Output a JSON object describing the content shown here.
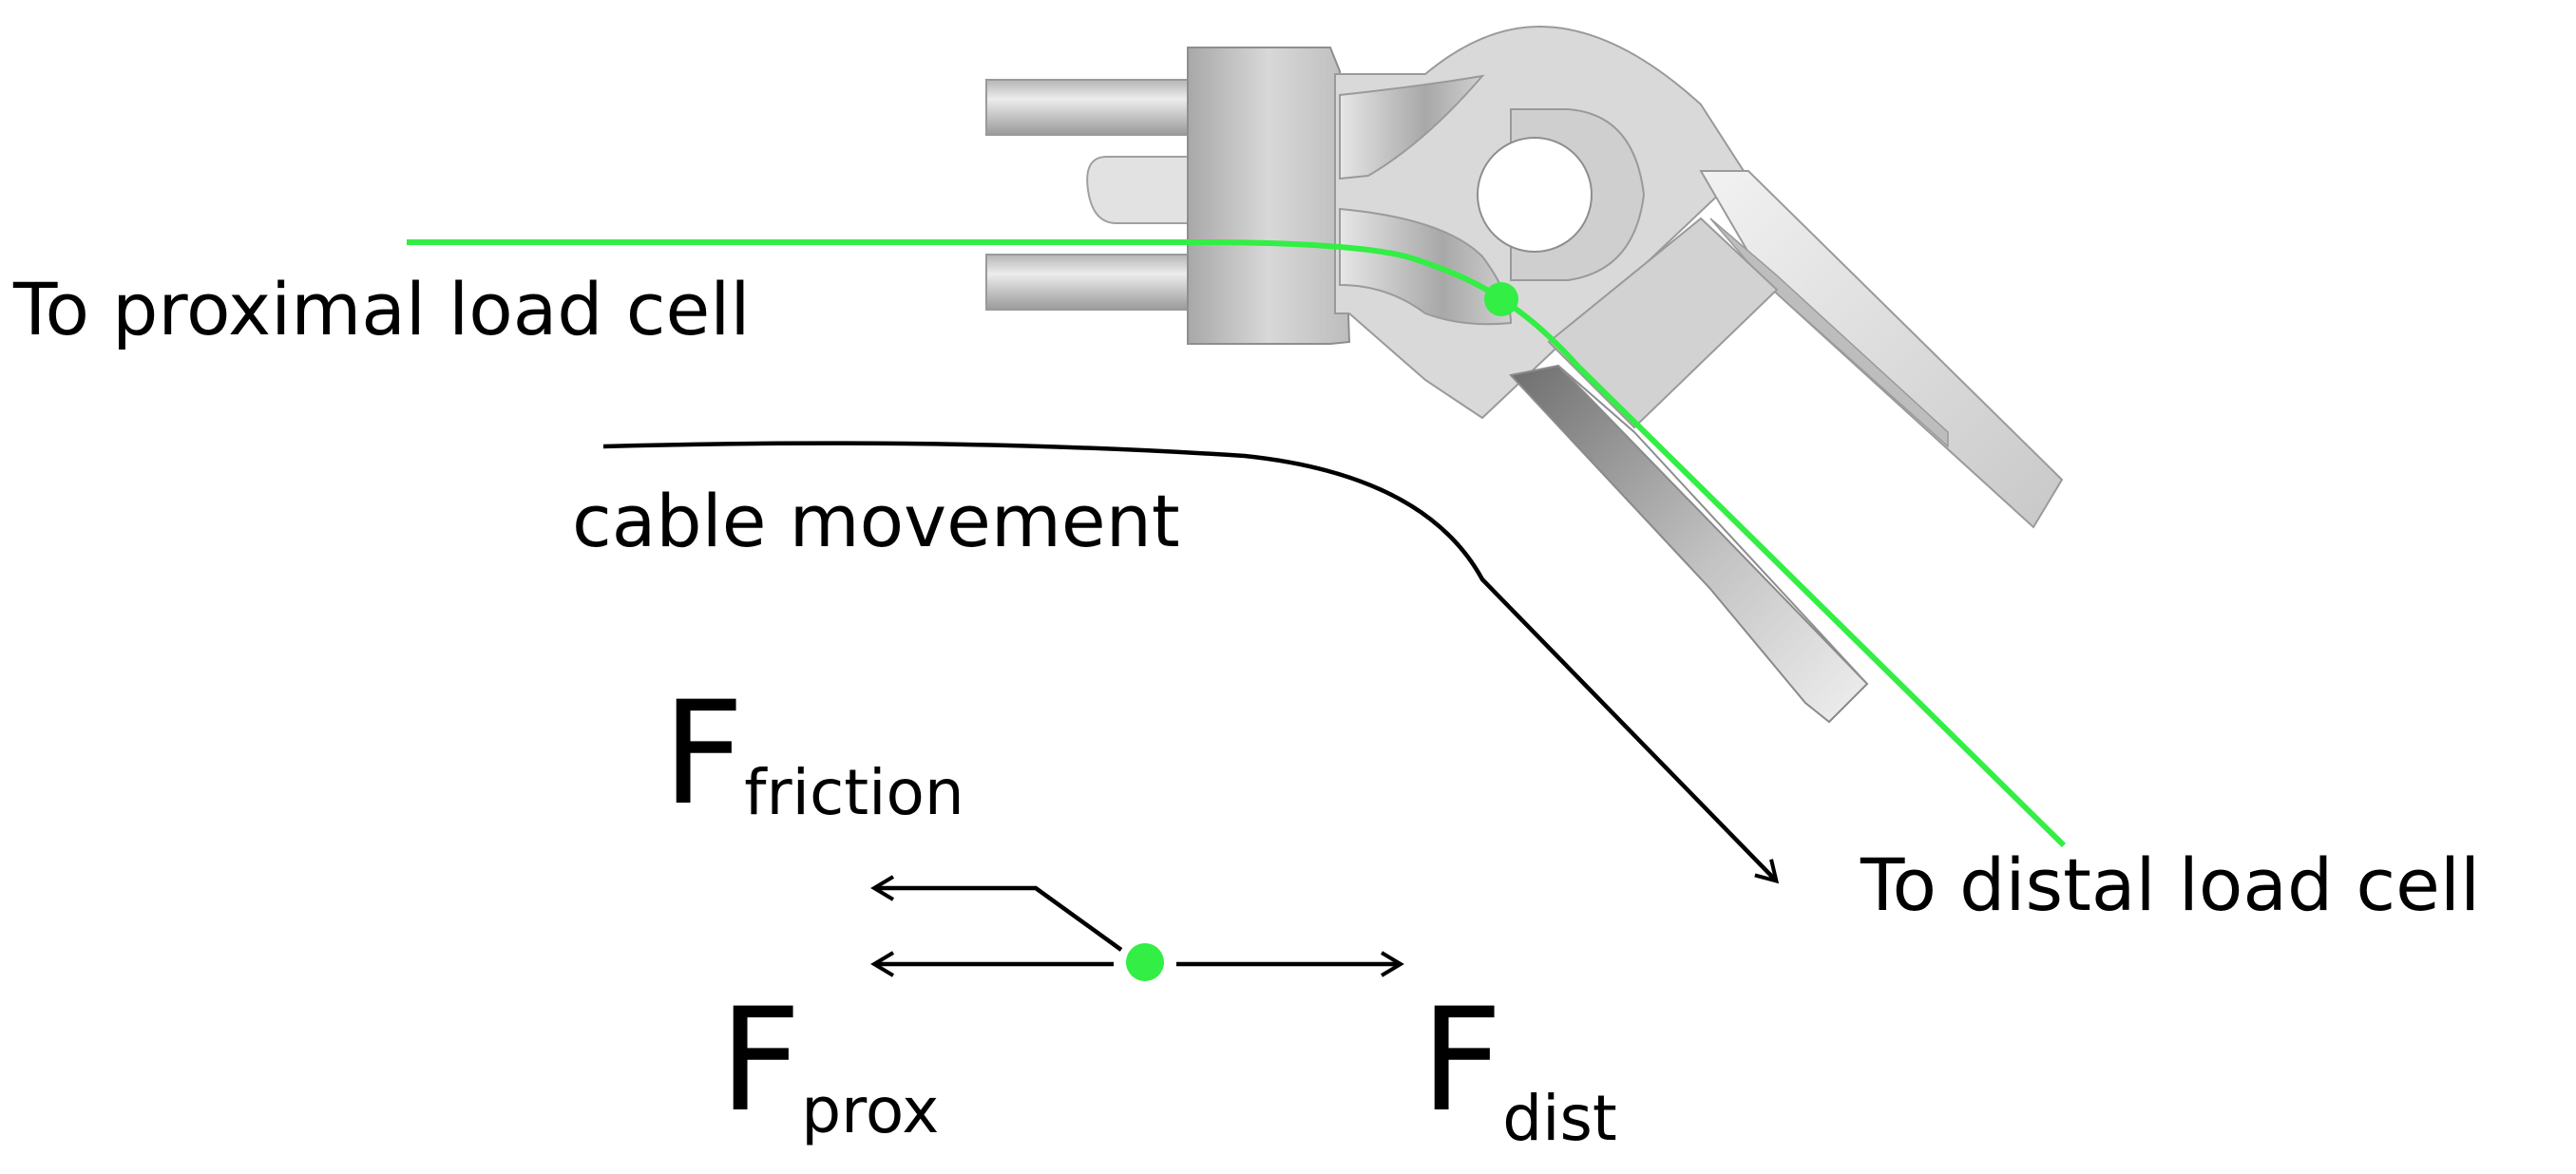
{
  "labels": {
    "proximal": "To proximal load cell",
    "distal": "To distal load cell",
    "cable_movement": "cable movement"
  },
  "forces": {
    "friction": {
      "symbol": "F",
      "subscript": "friction"
    },
    "prox": {
      "symbol": "F",
      "subscript": "prox"
    },
    "dist": {
      "symbol": "F",
      "subscript": "dist"
    }
  },
  "colors": {
    "cable": "#33ee44",
    "arrow": "#000000",
    "part_light": "#dcdcdc",
    "part_mid": "#c4c4c4",
    "part_dark": "#8e8e8e",
    "part_edge": "#9a9a9a"
  },
  "icons": {
    "contact_point": "green-dot",
    "direction_arrow": "arrow"
  }
}
